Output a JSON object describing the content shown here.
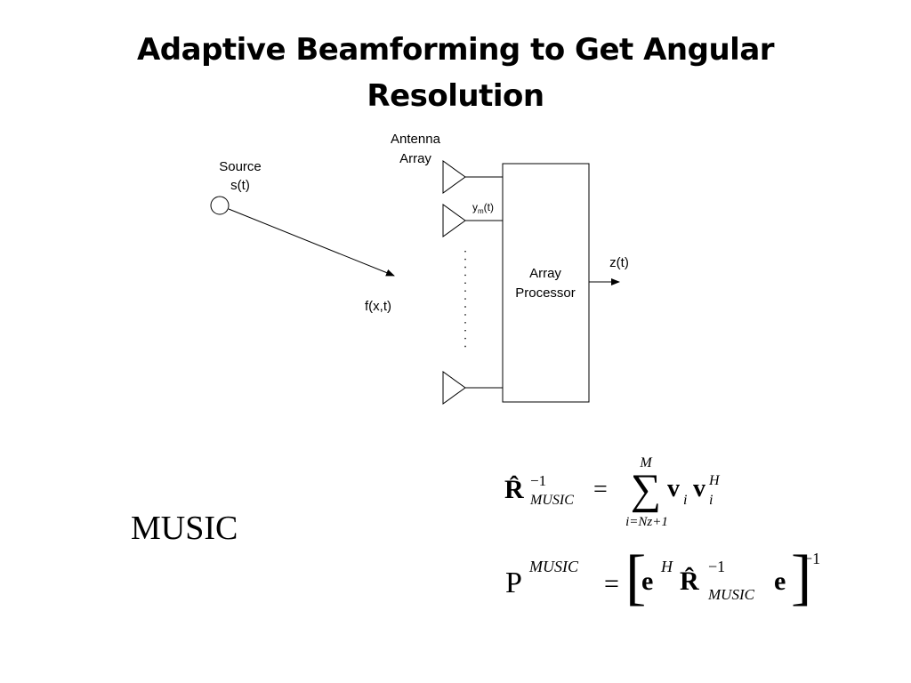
{
  "title": {
    "line1": "Adaptive Beamforming to Get Angular",
    "line2": "Resolution"
  },
  "diagram": {
    "source_label_line1": "Source",
    "source_label_line2": "s(t)",
    "antenna_label_line1": "Antenna",
    "antenna_label_line2": "Array",
    "signal_ym_base": "y",
    "signal_ym_sub": "m",
    "signal_ym_arg": "(t)",
    "field_label": "f(x,t)",
    "processor_label_line1": "Array",
    "processor_label_line2": "Processor",
    "output_label": "z(t)"
  },
  "method_label": "MUSIC",
  "equations": {
    "eq1": {
      "lhs_symbol": "R̂",
      "lhs_sup": "−1",
      "lhs_sub": "MUSIC",
      "equals": "=",
      "sum_symbol": "∑",
      "sum_upper": "M",
      "sum_lower": "i=Nz+1",
      "term_v1": "v",
      "term_v1_sub": "i",
      "term_v2": "v",
      "term_v2_sub": "i",
      "term_v2_sup": "H"
    },
    "eq2": {
      "lhs_symbol": "P",
      "lhs_sup": "MUSIC",
      "equals": "=",
      "bracket_left": "[",
      "bracket_right": "]",
      "e1": "e",
      "e1_sup": "H",
      "r_symbol": "R̂",
      "r_sup": "−1",
      "r_sub": "MUSIC",
      "e2": "e",
      "outer_sup": "−1"
    }
  }
}
